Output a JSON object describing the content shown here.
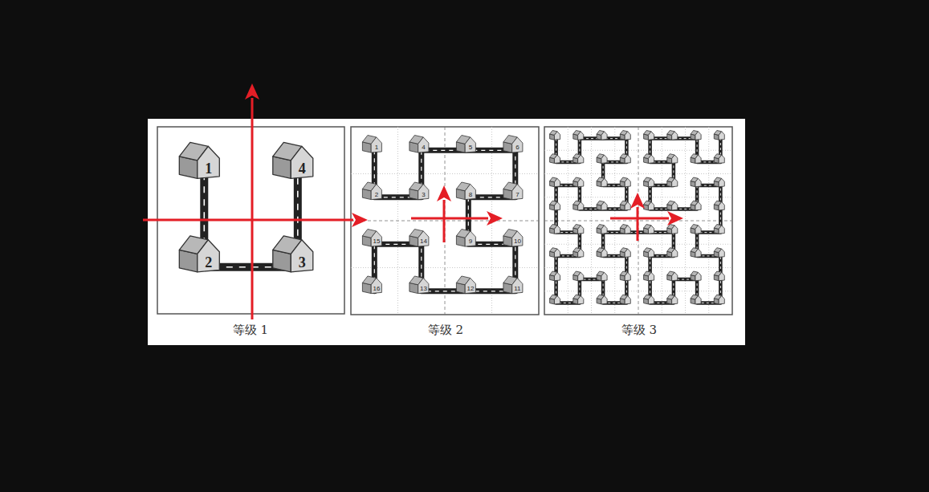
{
  "diagram": {
    "labels": [
      "等级 1",
      "等级 2",
      "等级 3",
      "1",
      "2",
      "3",
      "4",
      "1",
      "2",
      "3",
      "4",
      "5",
      "6",
      "7",
      "8",
      "9",
      "10",
      "11",
      "12",
      "13",
      "14",
      "15",
      "16"
    ]
  }
}
